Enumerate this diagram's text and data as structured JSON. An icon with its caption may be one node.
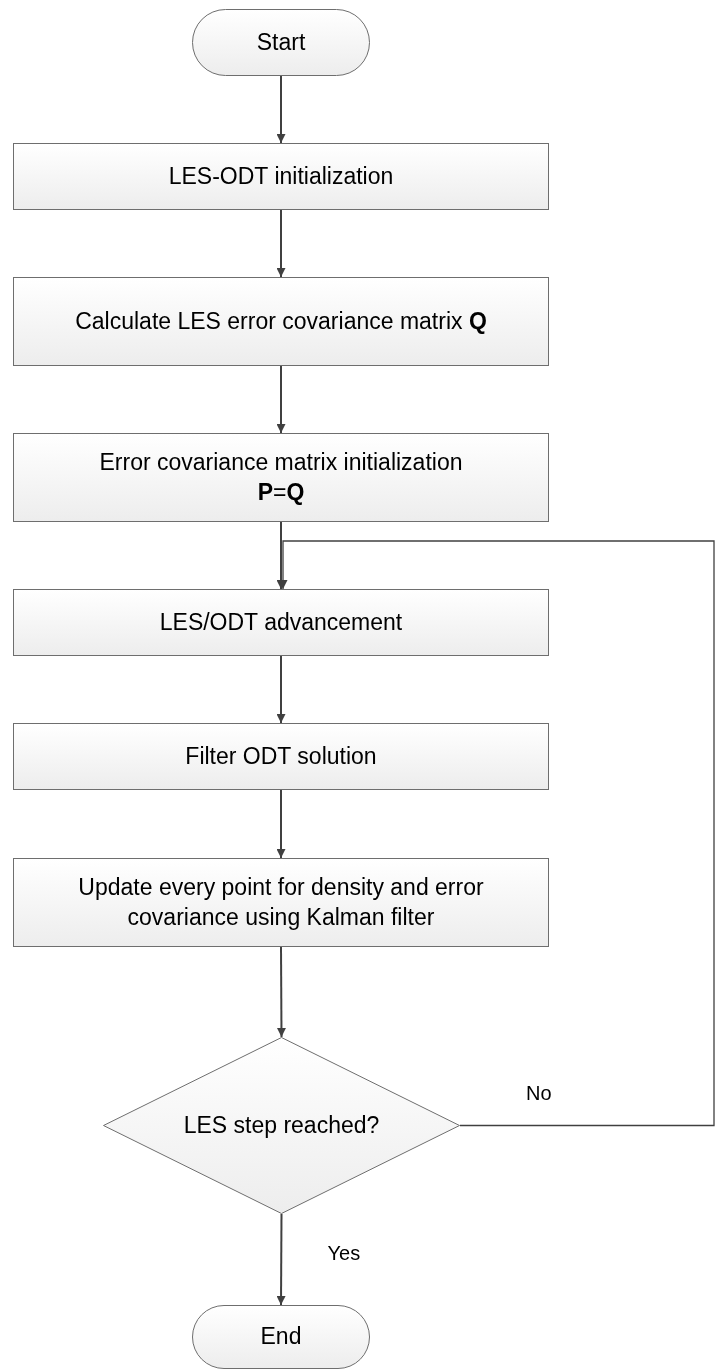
{
  "diagram": {
    "nodes": [
      {
        "text": [
          "Start"
        ]
      },
      {
        "text": [
          "LES-ODT initialization"
        ]
      },
      {
        "text": [
          "Calculate LES error covariance matrix **Q**"
        ]
      },
      {
        "text": [
          "Error covariance matrix initialization",
          "**P**=**Q**"
        ]
      },
      {
        "text": [
          "LES/ODT advancement"
        ]
      },
      {
        "text": [
          "Filter ODT solution"
        ]
      },
      {
        "text": [
          "Update every point for density and error covariance using Kalman filter"
        ]
      },
      {
        "text": [
          "LES step reached?"
        ]
      },
      {
        "text": [
          "End"
        ]
      }
    ],
    "edges": [
      {
        "from": 0,
        "to": 1,
        "arrow": "to"
      },
      {
        "from": 1,
        "to": 2,
        "arrow": "to"
      },
      {
        "from": 2,
        "to": 3,
        "arrow": "to"
      },
      {
        "from": 3,
        "to": 4,
        "arrow": "to"
      },
      {
        "from": 4,
        "to": 5,
        "arrow": "to"
      },
      {
        "from": 5,
        "to": 6,
        "arrow": "to"
      },
      {
        "from": 6,
        "to": 7,
        "arrow": "to"
      },
      {
        "from": 7,
        "to": 4,
        "arrow": "to",
        "label": "No"
      },
      {
        "from": 7,
        "to": 8,
        "arrow": "to",
        "label": "Yes"
      }
    ]
  }
}
